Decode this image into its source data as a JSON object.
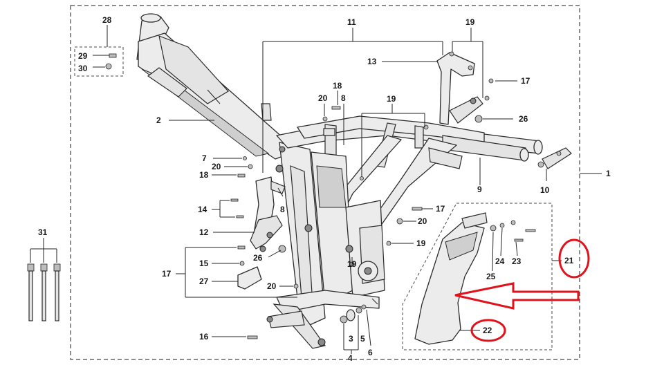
{
  "labels": {
    "l1": "1",
    "l2": "2",
    "l3": "3",
    "l4": "4",
    "l5": "5",
    "l6": "6",
    "l7": "7",
    "l8a": "8",
    "l8b": "8",
    "l9": "9",
    "l10": "10",
    "l11": "11",
    "l12": "12",
    "l13": "13",
    "l14": "14",
    "l15": "15",
    "l16": "16",
    "l17a": "17",
    "l17b": "17",
    "l17c": "17",
    "l18a": "18",
    "l18b": "18",
    "l19a": "19",
    "l19b": "19",
    "l19c": "19",
    "l19d": "19",
    "l20a": "20",
    "l20b": "20",
    "l20c": "20",
    "l20d": "20",
    "l21": "21",
    "l22": "22",
    "l23": "23",
    "l24": "24",
    "l25": "25",
    "l26a": "26",
    "l26b": "26",
    "l27": "27",
    "l28": "28",
    "l29": "29",
    "l30": "30",
    "l31": "31"
  },
  "highlights": {
    "circle_color": "#e0121b",
    "arrow_color": "#e0121b",
    "circled_parts": [
      "21",
      "22"
    ]
  }
}
